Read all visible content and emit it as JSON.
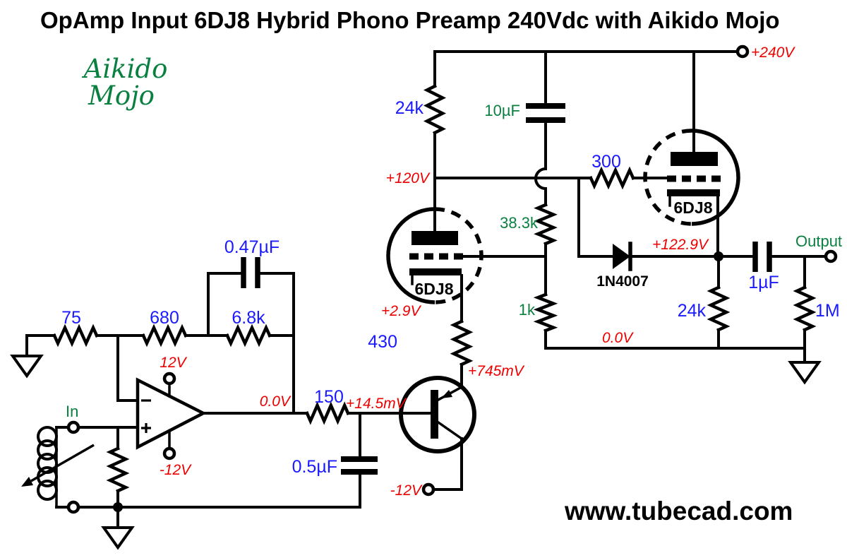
{
  "title": "OpAmp Input 6DJ8 Hybrid Phono Preamp 240Vdc with Aikido Mojo",
  "branding": {
    "watermark_line1": "Aikido",
    "watermark_line2": "Mojo",
    "website": "www.tubecad.com"
  },
  "colors": {
    "value_blue": "#1a1aff",
    "value_green": "#0a8040",
    "voltage_red": "#ee0000",
    "ink_black": "#000000"
  },
  "ports": {
    "input": "In",
    "output": "Output",
    "b_plus": "+240V",
    "opamp_v_plus": "12V",
    "opamp_v_minus": "-12V",
    "emitter_supply": "-12V"
  },
  "voltages": {
    "plate_mid": "+120V",
    "output_node": "+122.9V",
    "left_cathode": "+2.9V",
    "emitter": "+745mV",
    "base": "+14.5mV",
    "opamp_output": "0.0V",
    "ground_rail": "0.0V"
  },
  "components": {
    "r24k_top": "24k",
    "r300": "300",
    "r38_3k": "38.3k",
    "r1k": "1k",
    "r430": "430",
    "r150": "150",
    "r75": "75",
    "r680": "680",
    "r6_8k": "6.8k",
    "r24k_out": "24k",
    "r1m": "1M",
    "c10uf": "10µF",
    "c0_47uf": "0.47µF",
    "c0_5uf": "0.5µF",
    "c1uf": "1µF",
    "d1": "1N4007",
    "tube_left": "6DJ8",
    "tube_right": "6DJ8"
  }
}
